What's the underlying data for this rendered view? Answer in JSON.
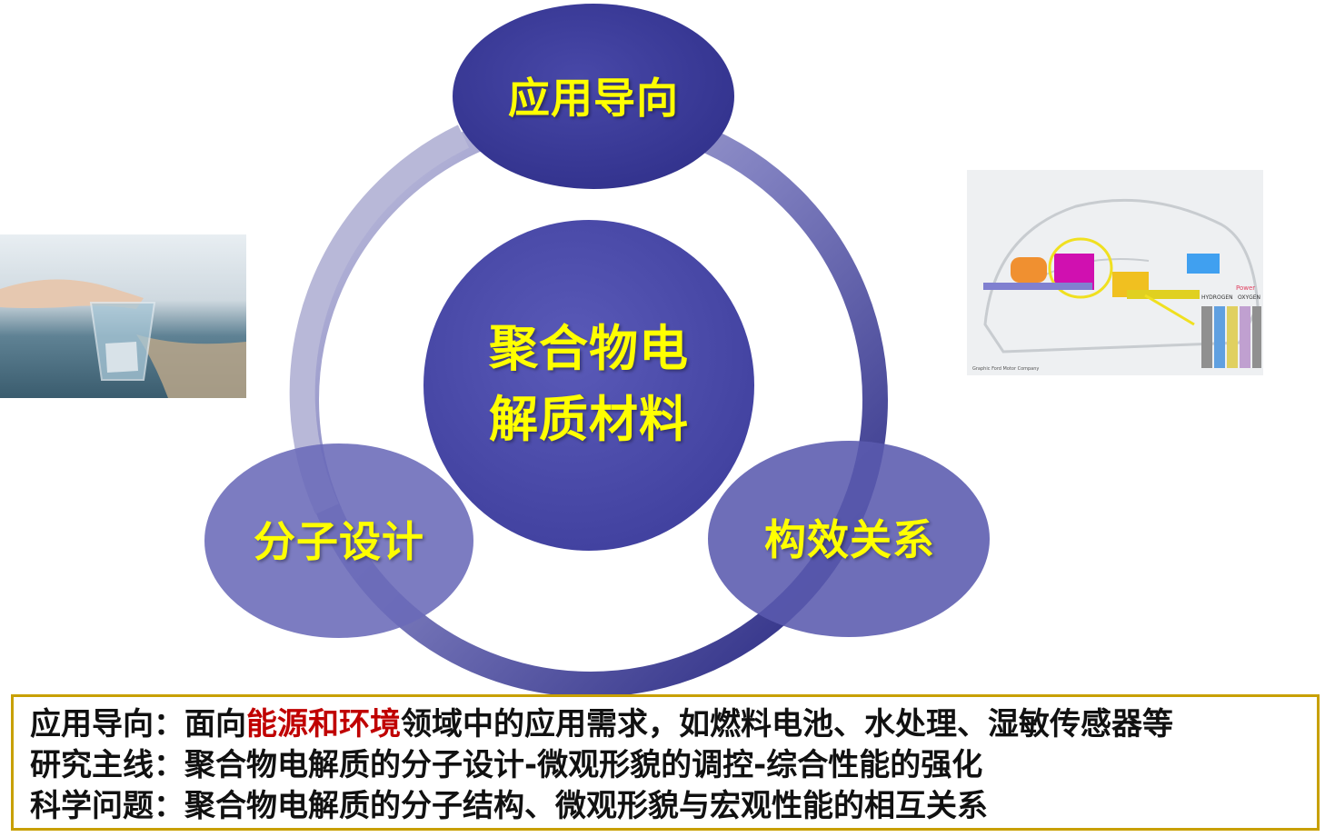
{
  "center": {
    "line1": "聚合物电",
    "line2": "解质材料"
  },
  "nodes": {
    "top": "应用导向",
    "left": "分子设计",
    "right": "构效关系"
  },
  "photos": {
    "left_image": "water-glass-photo",
    "right_image": "fuel-cell-car-diagram",
    "right_caption": "Graphic Ford Motor Company",
    "right_labels": [
      "HYDROGEN",
      "Power",
      "OXYGEN"
    ]
  },
  "info": {
    "line1_prefix": "应用导向：面向",
    "line1_highlight": "能源和环境",
    "line1_suffix": "领域中的应用需求，如燃料电池、水处理、湿敏传感器等",
    "line2": "研究主线：聚合物电解质的分子设计-微观形貌的调控-综合性能的强化",
    "line3": "科学问题：聚合物电解质的分子结构、微观形貌与宏观性能的相互关系"
  },
  "colors": {
    "ring_light": "#b4b4d8",
    "ring_dark": "#2e2e8c",
    "center_fill": "#4a4aa8",
    "top_fill": "#3c3c9c",
    "side_fill": "#6868b8",
    "label_color": "#ffff00",
    "highlight": "#c00000",
    "border": "#c8a000"
  }
}
